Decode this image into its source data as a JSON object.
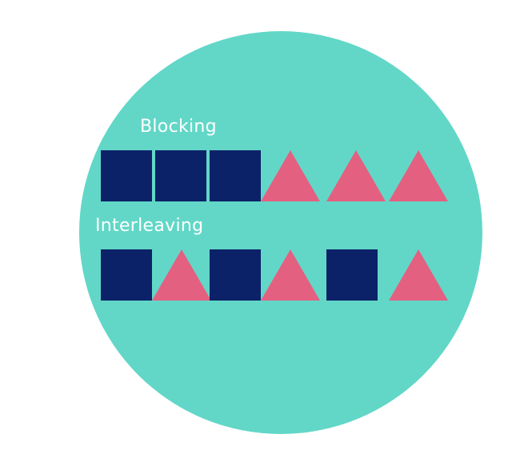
{
  "colors": {
    "background": "#ffffff",
    "circle": "#62d7c7",
    "square": "#0c2268",
    "triangle": "#e36081",
    "text": "#ffffff"
  },
  "labels": {
    "blocking": "Blocking",
    "interleaving": "Interleaving"
  },
  "rows": {
    "blocking": [
      "square",
      "square",
      "square",
      "triangle",
      "triangle",
      "triangle"
    ],
    "interleaving": [
      "square",
      "triangle",
      "square",
      "triangle",
      "square",
      "triangle"
    ]
  }
}
